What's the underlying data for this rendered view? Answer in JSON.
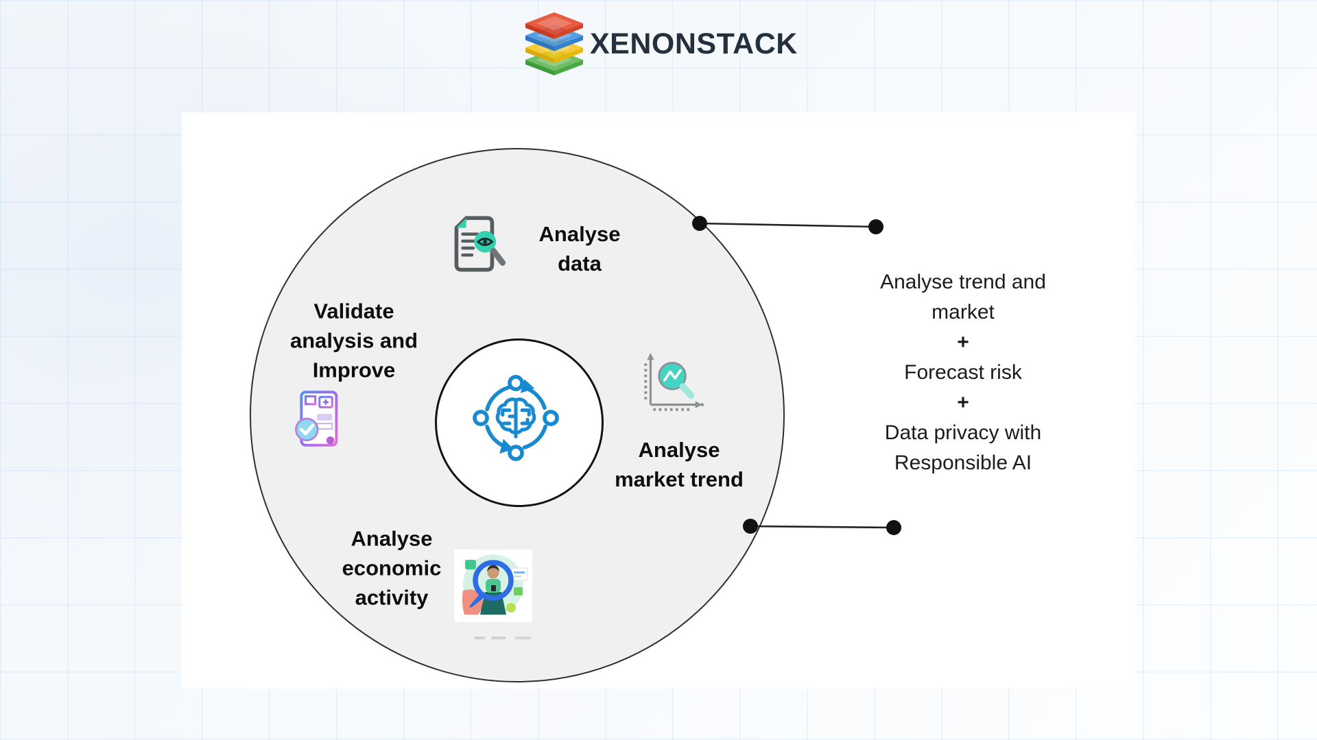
{
  "header": {
    "brand_text": "XENONSTACK"
  },
  "colors": {
    "accent_blue": "#1a8ad0",
    "teal": "#35d0b0",
    "circle_fill": "#f0f0f0",
    "connector": "#222222",
    "logo_red": "#e44a2d",
    "logo_blue": "#3d8ee0",
    "logo_yellow": "#f4c414",
    "logo_green": "#58b44c",
    "brand_navy": "#24303d"
  },
  "diagram": {
    "center_icon": "ai-brain-cycle-icon",
    "steps": [
      {
        "id": "analyse-data",
        "icon": "document-eye-magnifier-icon",
        "lines": [
          "Analyse",
          "data"
        ]
      },
      {
        "id": "validate-analysis-and-improve",
        "icon": "validated-report-check-icon",
        "lines": [
          "Validate",
          "analysis and",
          "Improve"
        ]
      },
      {
        "id": "analyse-market-trend",
        "icon": "axis-chart-magnifier-icon",
        "lines": [
          "Analyse",
          "market trend"
        ]
      },
      {
        "id": "analyse-economic-activity",
        "icon": "person-magnifier-illustration",
        "lines": [
          "Analyse",
          "economic",
          "activity"
        ]
      }
    ]
  },
  "annotation": {
    "lines": [
      "Analyse trend and",
      "market",
      "+",
      "Forecast risk",
      "+",
      "Data privacy with",
      "Responsible AI"
    ]
  }
}
